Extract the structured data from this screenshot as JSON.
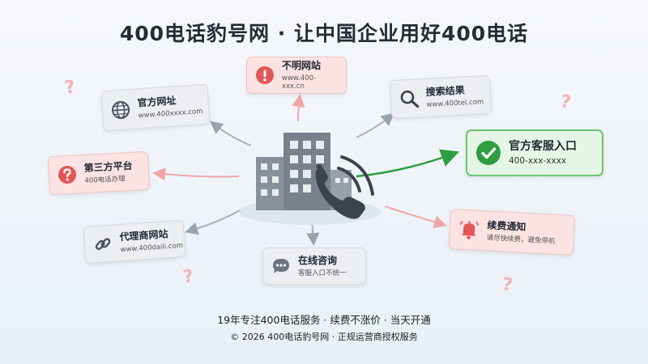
{
  "title": "400电话豹号网 · 让中国企业用好400电话",
  "cards": {
    "unknown_site": {
      "title": "不明网站",
      "sub": "www.400-xxx.cn"
    },
    "official_site": {
      "title": "官方网址",
      "sub": "www.400xxxx.com"
    },
    "search_results": {
      "title": "搜索结果",
      "sub": "www.400tel.com"
    },
    "official_service": {
      "title": "官方客服入口",
      "sub": "400-xxx-xxxx"
    },
    "third_party": {
      "title": "第三方平台",
      "sub": "400电话办理"
    },
    "renewal_notice": {
      "title": "续费通知",
      "sub": "请尽快续费，避免停机"
    },
    "agent_site": {
      "title": "代理商网站",
      "sub": "www.400daili.com"
    },
    "online_consult": {
      "title": "在线咨询",
      "sub": "客服入口不统一"
    }
  },
  "question_mark": "?",
  "footer": {
    "line1": "19年专注400电话服务  ·  续费不涨价  ·  当天开通",
    "line2": "© 2026 400电话豹号网 · 正规运营商授权服务"
  },
  "colors": {
    "accent_green": "#2e9e3e",
    "alert_red": "#e45656",
    "neutral_gray": "#6b7280"
  }
}
